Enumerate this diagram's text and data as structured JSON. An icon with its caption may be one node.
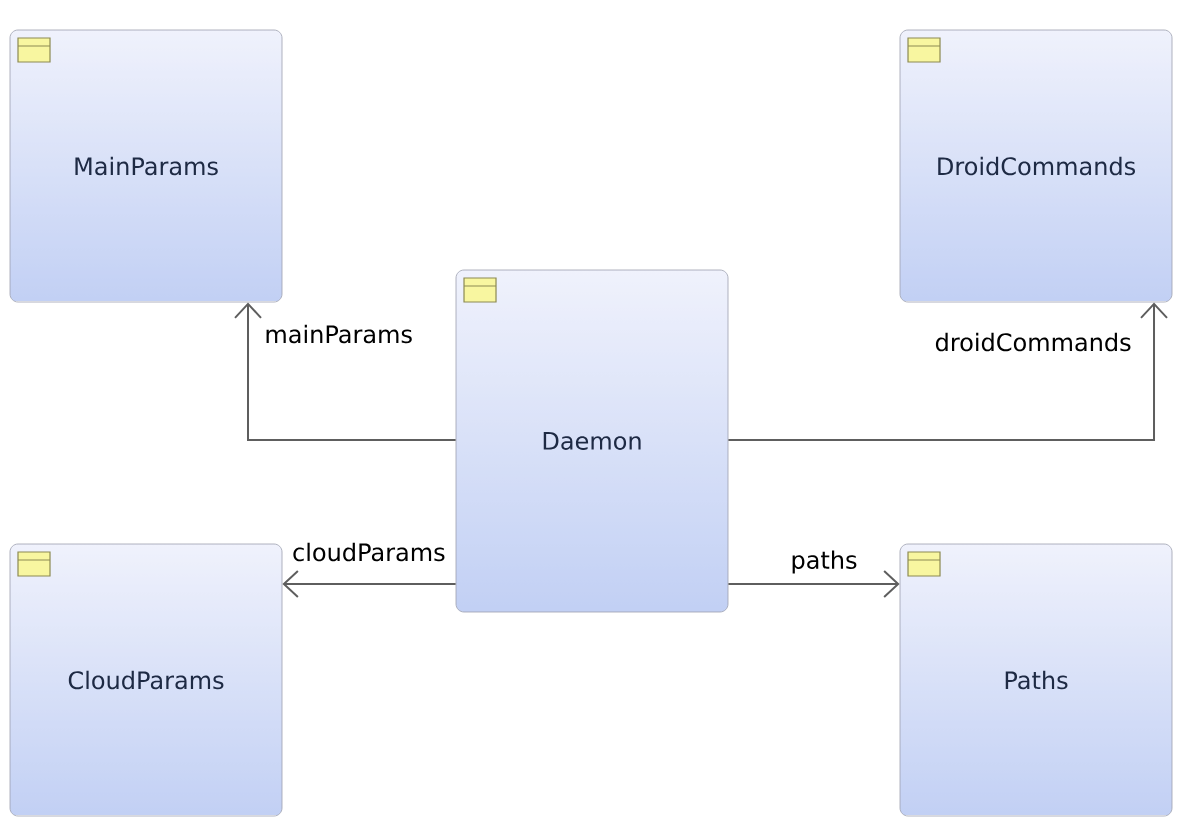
{
  "diagram": {
    "nodes": [
      {
        "text": [
          "MainParams"
        ]
      },
      {
        "text": [
          "DroidCommands"
        ]
      },
      {
        "text": [
          "Daemon"
        ]
      },
      {
        "text": [
          "CloudParams"
        ]
      },
      {
        "text": [
          "Paths"
        ]
      }
    ],
    "edges": [
      {
        "from": 2,
        "to": 0,
        "arrow": "to",
        "label": "mainParams"
      },
      {
        "from": 2,
        "to": 1,
        "arrow": "to",
        "label": "droidCommands"
      },
      {
        "from": 2,
        "to": 3,
        "arrow": "to",
        "label": "cloudParams"
      },
      {
        "from": 2,
        "to": 4,
        "arrow": "to",
        "label": "paths"
      }
    ]
  }
}
